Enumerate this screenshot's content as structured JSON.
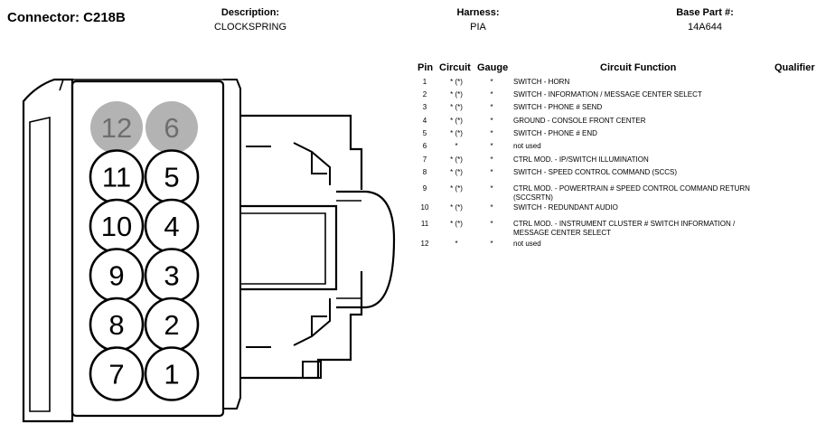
{
  "header": {
    "connector": "Connector: C218B",
    "description_label": "Description:",
    "description": "CLOCKSPRING",
    "harness_label": "Harness:",
    "harness": "PIA",
    "base_part_label": "Base Part #:",
    "base_part": "14A644"
  },
  "connector_pins": {
    "shaded": [
      "12",
      "6"
    ],
    "left_column": [
      "12",
      "11",
      "10",
      "9",
      "8",
      "7"
    ],
    "right_column": [
      "6",
      "5",
      "4",
      "3",
      "2",
      "1"
    ]
  },
  "table": {
    "headers": {
      "pin": "Pin",
      "circuit": "Circuit",
      "gauge": "Gauge",
      "function": "Circuit Function",
      "qualifier": "Qualifier"
    },
    "rows": [
      {
        "pin": "1",
        "circuit": "* (*)",
        "gauge": "*",
        "function": "SWITCH - HORN"
      },
      {
        "pin": "2",
        "circuit": "* (*)",
        "gauge": "*",
        "function": "SWITCH - INFORMATION / MESSAGE CENTER SELECT"
      },
      {
        "pin": "3",
        "circuit": "* (*)",
        "gauge": "*",
        "function": "SWITCH - PHONE # SEND"
      },
      {
        "pin": "4",
        "circuit": "* (*)",
        "gauge": "*",
        "function": "GROUND - CONSOLE FRONT CENTER"
      },
      {
        "pin": "5",
        "circuit": "* (*)",
        "gauge": "*",
        "function": "SWITCH - PHONE # END"
      },
      {
        "pin": "6",
        "circuit": "*",
        "gauge": "*",
        "function": "not used"
      },
      {
        "pin": "7",
        "circuit": "* (*)",
        "gauge": "*",
        "function": "CTRL MOD. - IP/SWITCH ILLUMINATION"
      },
      {
        "pin": "8",
        "circuit": "* (*)",
        "gauge": "*",
        "function": "SWITCH - SPEED CONTROL COMMAND (SCCS)"
      },
      {
        "pin": "9",
        "circuit": "* (*)",
        "gauge": "*",
        "function": "CTRL MOD. - POWERTRAIN # SPEED CONTROL COMMAND RETURN (SCCSRTN)"
      },
      {
        "pin": "10",
        "circuit": "* (*)",
        "gauge": "*",
        "function": "SWITCH - REDUNDANT AUDIO"
      },
      {
        "pin": "11",
        "circuit": "* (*)",
        "gauge": "*",
        "function": "CTRL MOD. - INSTRUMENT CLUSTER # SWITCH INFORMATION / MESSAGE CENTER SELECT"
      },
      {
        "pin": "12",
        "circuit": "*",
        "gauge": "*",
        "function": "not used"
      }
    ]
  },
  "colors": {
    "shaded_pin": "#b3b3b3",
    "shaded_text": "#6e6e6e",
    "line": "#000000"
  }
}
